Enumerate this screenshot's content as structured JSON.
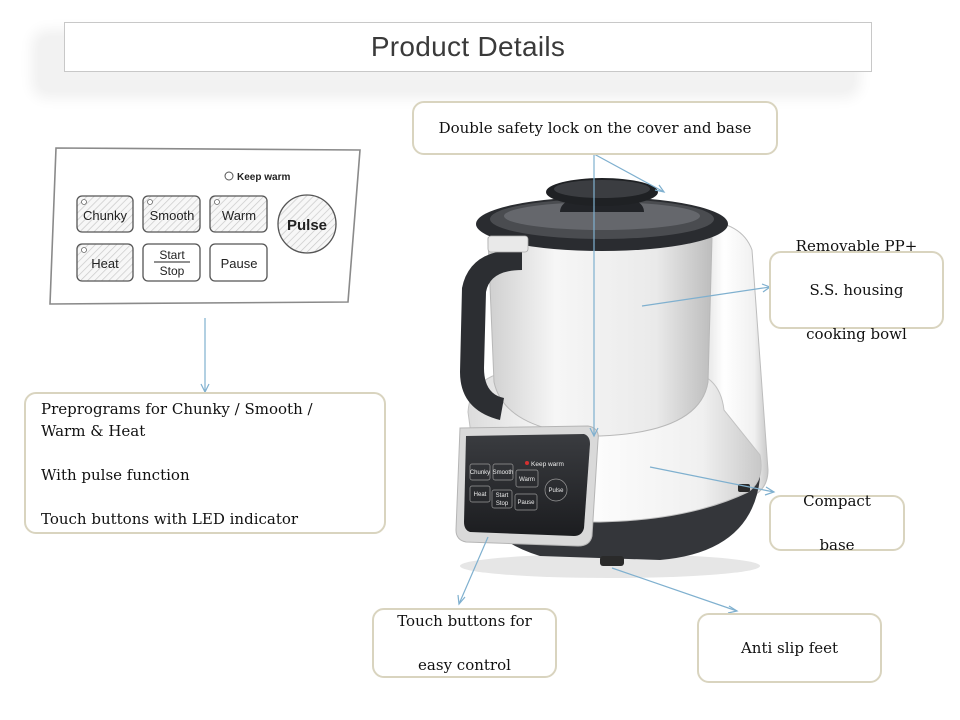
{
  "title": "Product Details",
  "panel": {
    "keep_warm": "Keep  warm",
    "buttons": {
      "chunky": "Chunky",
      "smooth": "Smooth",
      "warm": "Warm",
      "pulse": "Pulse",
      "heat": "Heat",
      "start": "Start",
      "stop": "Stop",
      "pause": "Pause"
    }
  },
  "callouts": {
    "safety_lock": "Double safety lock on the cover and base",
    "bowl_1": "Removable  PP+",
    "bowl_2": "S.S. housing",
    "bowl_3": "cooking bowl",
    "programs_1": "Preprograms  for Chunky  / Smooth /",
    "programs_2": "Warm &  Heat",
    "programs_3": "With pulse function",
    "programs_4": "Touch buttons with LED indicator",
    "base_1": "Compact",
    "base_2": "base",
    "touch_1": "Touch buttons for",
    "touch_2": "easy control",
    "feet": "Anti slip feet"
  },
  "device_panel": {
    "keep_warm": "Keep warm",
    "chunky": "Chunky",
    "smooth": "Smooth",
    "warm": "Warm",
    "pulse": "Pulse",
    "heat": "Heat",
    "start": "Start",
    "stop": "Stop",
    "pause": "Pause"
  },
  "colors": {
    "callout_border": "#d9d4bf",
    "arrow": "#7fb0cf",
    "device_body": "#f4f4f4",
    "device_dark": "#2f3134"
  }
}
